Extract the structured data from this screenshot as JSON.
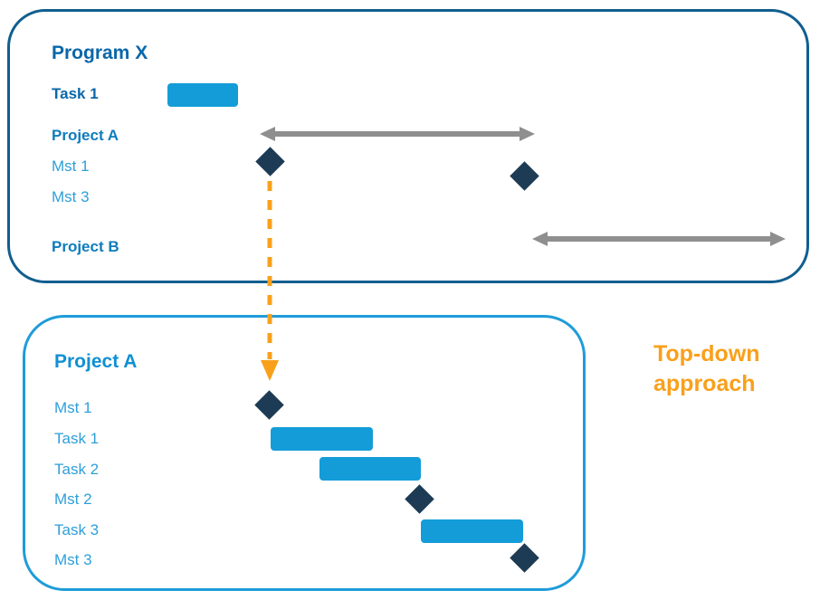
{
  "annotation": {
    "line1": "Top-down",
    "line2": "approach"
  },
  "colors": {
    "bar": "#149CD8",
    "milestone": "#1D3B54",
    "arrow": "#8F8F8F",
    "orange": "#F9A01B",
    "program_border": "#115E8F",
    "project_border": "#1E9CD9",
    "program_title_text": "#0A67A9",
    "project_label_text": "#0E7CBD",
    "mst_label_text": "#2E9FD9",
    "project_title_text": "#1090D3"
  },
  "program_panel": {
    "title": "Program X",
    "task1_label": "Task 1",
    "project_a_label": "Project A",
    "mst1_label": "Mst 1",
    "mst3_label": "Mst 3",
    "project_b_label": "Project B"
  },
  "project_panel": {
    "title": "Project A",
    "mst1_label": "Mst 1",
    "task1_label": "Task 1",
    "task2_label": "Task 2",
    "mst2_label": "Mst 2",
    "task3_label": "Task 3",
    "mst3_label": "Mst 3"
  }
}
